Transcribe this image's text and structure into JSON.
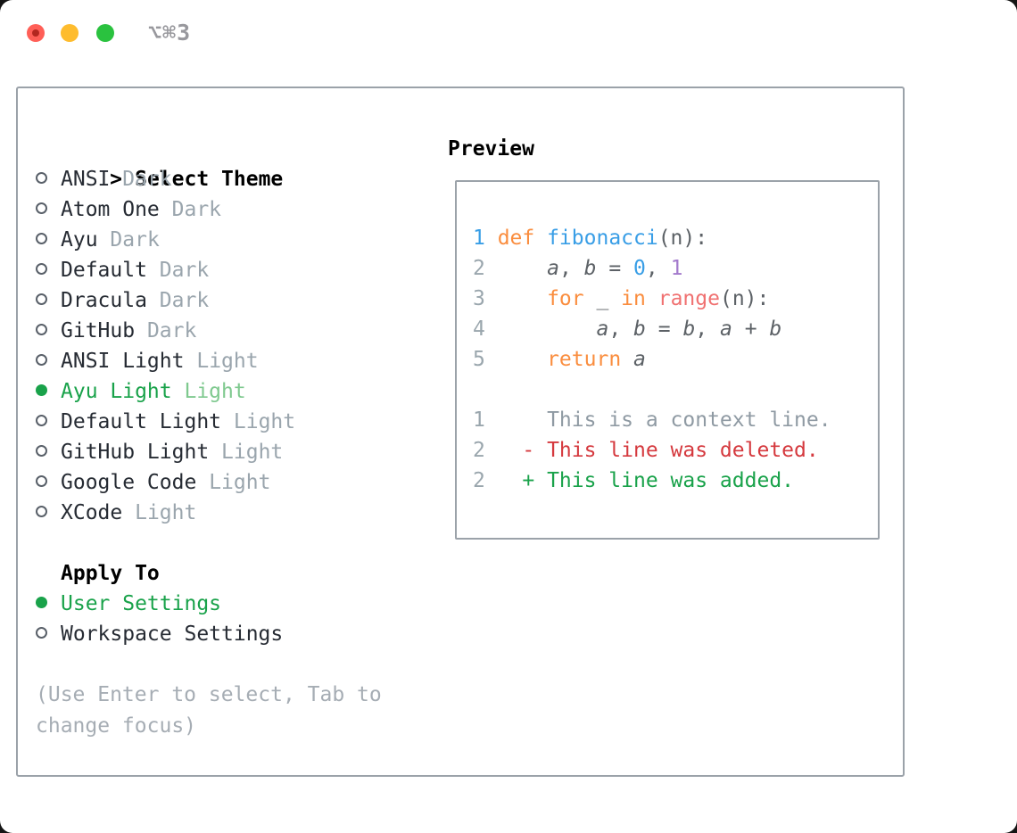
{
  "window": {
    "shortcut_label": "⌥⌘3"
  },
  "panel": {
    "select_theme": {
      "prompt": ">",
      "title": "Select Theme",
      "items": [
        {
          "name": "ANSI",
          "variant": "Dark",
          "selected": false
        },
        {
          "name": "Atom One",
          "variant": "Dark",
          "selected": false
        },
        {
          "name": "Ayu",
          "variant": "Dark",
          "selected": false
        },
        {
          "name": "Default",
          "variant": "Dark",
          "selected": false
        },
        {
          "name": "Dracula",
          "variant": "Dark",
          "selected": false
        },
        {
          "name": "GitHub",
          "variant": "Dark",
          "selected": false
        },
        {
          "name": "ANSI Light",
          "variant": "Light",
          "selected": false
        },
        {
          "name": "Ayu Light",
          "variant": "Light",
          "selected": true
        },
        {
          "name": "Default Light",
          "variant": "Light",
          "selected": false
        },
        {
          "name": "GitHub Light",
          "variant": "Light",
          "selected": false
        },
        {
          "name": "Google Code",
          "variant": "Light",
          "selected": false
        },
        {
          "name": "XCode",
          "variant": "Light",
          "selected": false
        }
      ]
    },
    "apply_to": {
      "title": "Apply To",
      "options": [
        {
          "label": "User Settings",
          "selected": true
        },
        {
          "label": "Workspace Settings",
          "selected": false
        }
      ]
    },
    "hint": "(Use Enter to select, Tab to change focus)"
  },
  "preview": {
    "title": "Preview",
    "lines": [
      {
        "num": "1",
        "num_style": "active",
        "tokens": [
          {
            "t": "def ",
            "c": "orange"
          },
          {
            "t": "fibonacci",
            "c": "blue"
          },
          {
            "t": "(n):",
            "c": "fg"
          }
        ]
      },
      {
        "num": "2",
        "tokens": [
          {
            "t": "    ",
            "c": "fg"
          },
          {
            "t": "a",
            "c": "fg",
            "i": true
          },
          {
            "t": ", ",
            "c": "fg"
          },
          {
            "t": "b",
            "c": "fg",
            "i": true
          },
          {
            "t": " = ",
            "c": "fg"
          },
          {
            "t": "0",
            "c": "blue"
          },
          {
            "t": ", ",
            "c": "fg"
          },
          {
            "t": "1",
            "c": "purple"
          }
        ]
      },
      {
        "num": "3",
        "tokens": [
          {
            "t": "    ",
            "c": "fg"
          },
          {
            "t": "for",
            "c": "orange"
          },
          {
            "t": " _ ",
            "c": "fg"
          },
          {
            "t": "in",
            "c": "orange"
          },
          {
            "t": " ",
            "c": "fg"
          },
          {
            "t": "range",
            "c": "coral"
          },
          {
            "t": "(n):",
            "c": "fg"
          }
        ]
      },
      {
        "num": "4",
        "tokens": [
          {
            "t": "        ",
            "c": "fg"
          },
          {
            "t": "a",
            "c": "fg",
            "i": true
          },
          {
            "t": ", ",
            "c": "fg"
          },
          {
            "t": "b",
            "c": "fg",
            "i": true
          },
          {
            "t": " = ",
            "c": "fg"
          },
          {
            "t": "b",
            "c": "fg",
            "i": true
          },
          {
            "t": ", ",
            "c": "fg"
          },
          {
            "t": "a",
            "c": "fg",
            "i": true
          },
          {
            "t": " + ",
            "c": "fg"
          },
          {
            "t": "b",
            "c": "fg",
            "i": true
          }
        ]
      },
      {
        "num": "5",
        "tokens": [
          {
            "t": "    ",
            "c": "fg"
          },
          {
            "t": "return",
            "c": "orange"
          },
          {
            "t": " ",
            "c": "fg"
          },
          {
            "t": "a",
            "c": "fg",
            "i": true
          }
        ]
      },
      {
        "blank": true
      },
      {
        "num": "1",
        "tokens": [
          {
            "t": "    This is a context line.",
            "c": "gray"
          }
        ]
      },
      {
        "num": "2",
        "tokens": [
          {
            "t": "  - This line was deleted.",
            "c": "red"
          }
        ]
      },
      {
        "num": "2",
        "tokens": [
          {
            "t": "  + This line was added.",
            "c": "green"
          }
        ]
      }
    ]
  },
  "palette": {
    "orange": "#fa8d3e",
    "blue": "#399ee6",
    "purple": "#a37acc",
    "coral": "#f07171",
    "fg": "#5c6166",
    "gray": "#8f9aa3",
    "red": "#d5393e",
    "green": "#19a24a",
    "green_muted": "#7fc98f",
    "muted": "#9aa5ad",
    "num": "#9aa6ad",
    "num_active": "#399ee6",
    "text": "#262b33",
    "radio_ring": "#596069"
  }
}
